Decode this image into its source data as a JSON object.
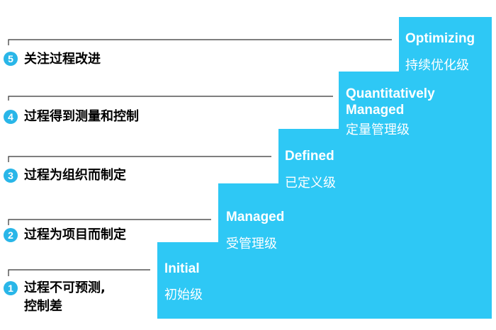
{
  "colors": {
    "step": "#2ec8f5",
    "line": "#333333",
    "badge": "#29b6e8"
  },
  "steps": [
    {
      "en": "Initial",
      "zh": "初始级"
    },
    {
      "en": "Managed",
      "zh": "受管理级"
    },
    {
      "en": "Defined",
      "zh": "已定义级"
    },
    {
      "en_line1": "Quantitatively",
      "en_line2": "Managed",
      "zh": "定量管理级"
    },
    {
      "en": "Optimizing",
      "zh": "持续优化级"
    }
  ],
  "levels": [
    {
      "num": "1",
      "line1": "过程不可预测,",
      "line2": "控制差"
    },
    {
      "num": "2",
      "text": "过程为项目而制定"
    },
    {
      "num": "3",
      "text": "过程为组织而制定"
    },
    {
      "num": "4",
      "text": "过程得到测量和控制"
    },
    {
      "num": "5",
      "text": "关注过程改进"
    }
  ]
}
